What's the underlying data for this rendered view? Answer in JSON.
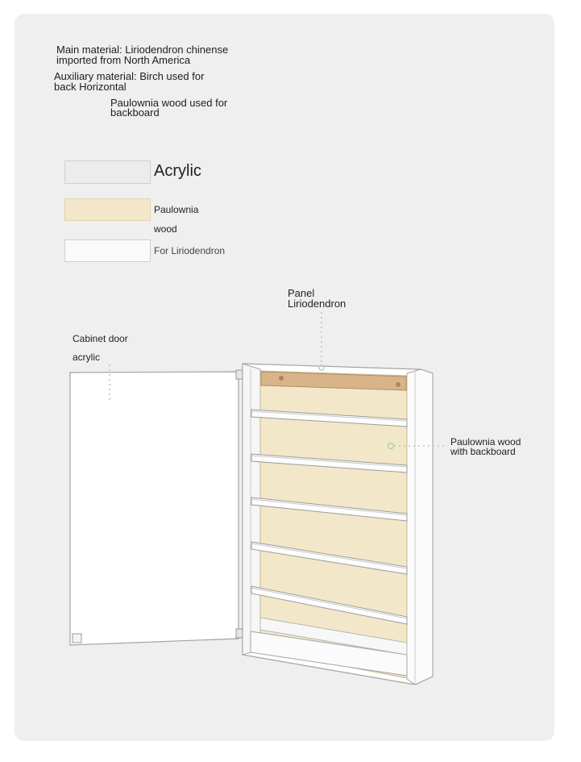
{
  "materials": {
    "main_line1": "Main material: Liriodendron chinense",
    "main_line2": "imported from North America",
    "aux_line1": "Auxiliary material: Birch used for",
    "aux_line2": "back Horizontal",
    "backboard_line1": "Paulownia wood used for",
    "backboard_line2": "backboard"
  },
  "legend": [
    {
      "label": "Acrylic",
      "color": "#ececec"
    },
    {
      "label_line1": "Paulownia",
      "label_line2": "wood",
      "color": "#f2e7c9"
    },
    {
      "label": "For Liriodendron",
      "color": "#fafafa"
    }
  ],
  "callouts": {
    "panel_line1": "Panel",
    "panel_line2": "Liriodendron",
    "door_line1": "Cabinet door",
    "door_line2": "acrylic",
    "backboard_line1": "Paulownia wood",
    "backboard_line2": "with backboard"
  },
  "colors": {
    "panel_bg": "#efefef",
    "paulownia": "#f2e7c9",
    "birch_strip": "#d9b48a",
    "leader": "#a8d8a0",
    "outline": "#9a9a9a"
  }
}
